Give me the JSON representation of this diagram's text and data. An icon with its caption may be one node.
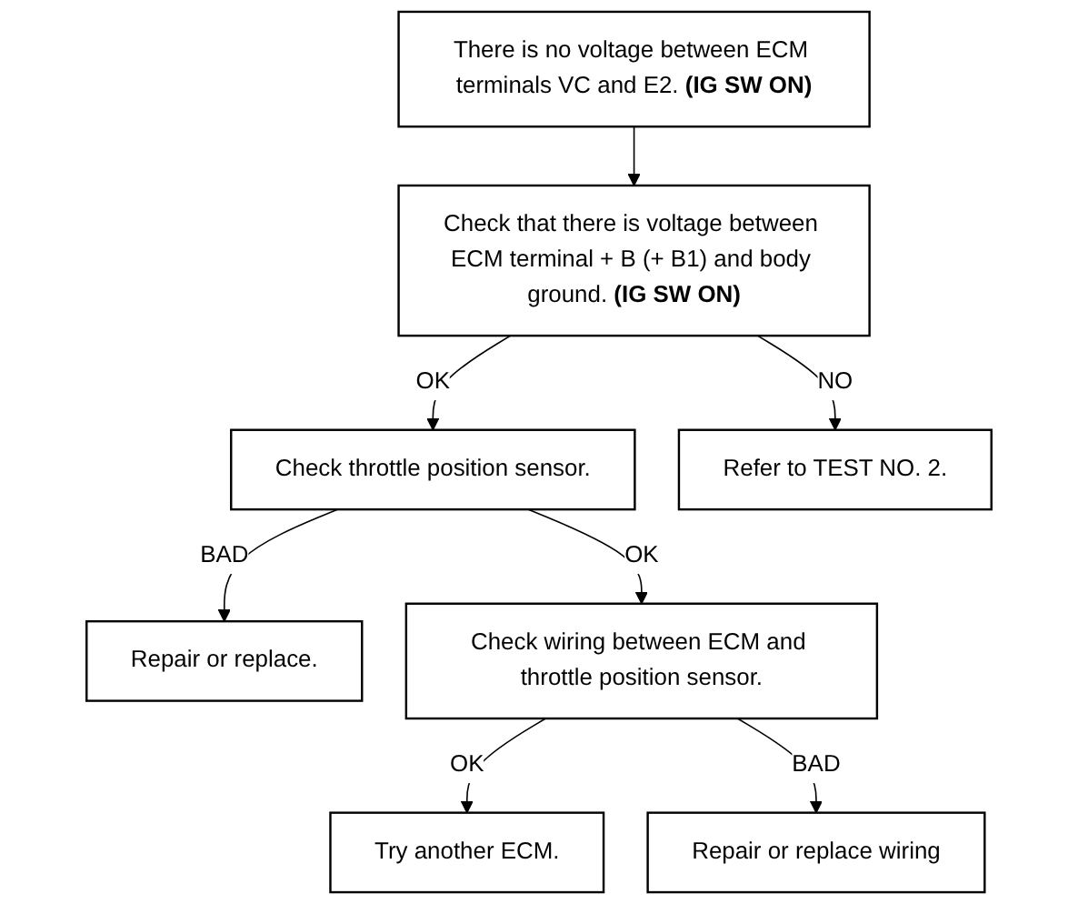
{
  "diagram": {
    "nodes": [
      {
        "text": [
          "There is no voltage between ECM terminals VC and E2. **(IG SW ON)**"
        ]
      },
      {
        "text": [
          "Check that there is voltage between ECM terminal + B (+ B1) and body ground. **(IG SW ON)**"
        ]
      },
      {
        "text": [
          "Check throttle position sensor."
        ]
      },
      {
        "text": [
          "Refer to TEST NO. 2."
        ]
      },
      {
        "text": [
          "Repair or replace."
        ]
      },
      {
        "text": [
          "Check wiring between ECM and throttle position sensor."
        ]
      },
      {
        "text": [
          "Try another ECM."
        ]
      },
      {
        "text": [
          "Repair or replace wiring"
        ]
      }
    ],
    "edges": [
      {
        "from": 0,
        "to": 1,
        "arrow": "to"
      },
      {
        "from": 1,
        "to": 2,
        "arrow": "to",
        "label": "OK"
      },
      {
        "from": 1,
        "to": 3,
        "arrow": "to",
        "label": "NO"
      },
      {
        "from": 2,
        "to": 4,
        "arrow": "to",
        "label": "BAD"
      },
      {
        "from": 2,
        "to": 5,
        "arrow": "to",
        "label": "OK"
      },
      {
        "from": 5,
        "to": 6,
        "arrow": "to",
        "label": "OK"
      },
      {
        "from": 5,
        "to": 7,
        "arrow": "to",
        "label": "BAD"
      }
    ]
  }
}
